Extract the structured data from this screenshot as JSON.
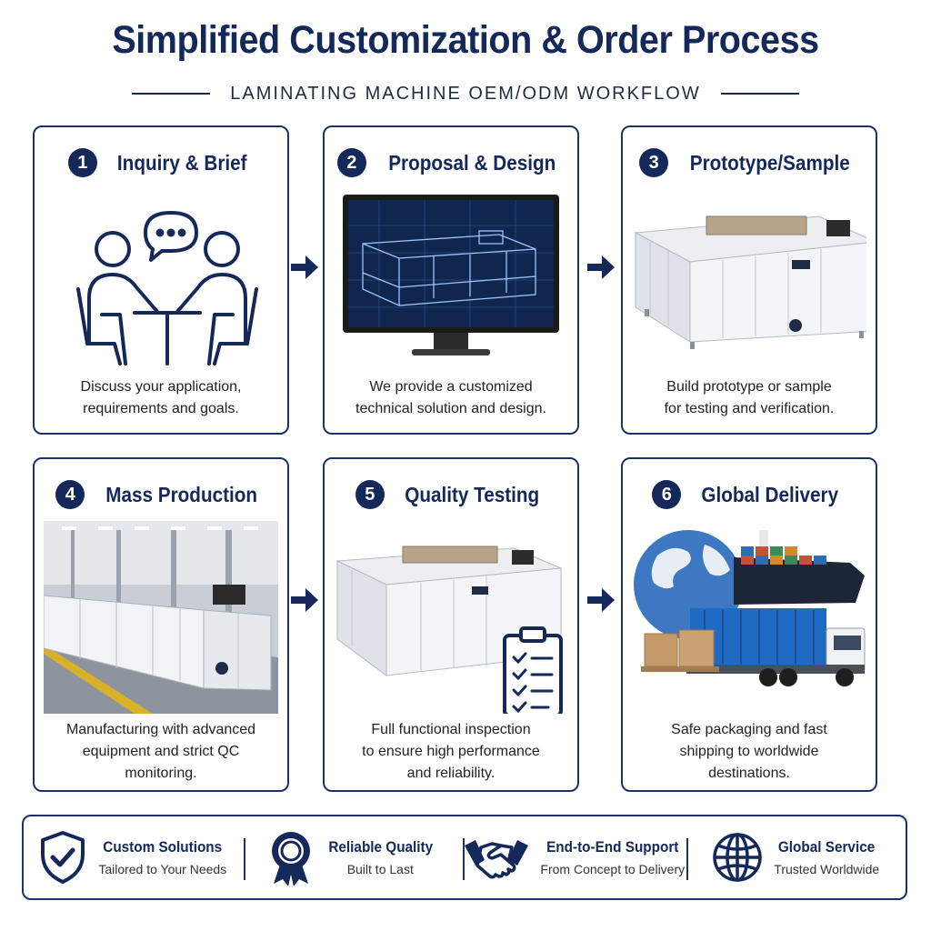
{
  "header": {
    "title": "Simplified Customization & Order Process",
    "subtitle": "LAMINATING MACHINE OEM/ODM WORKFLOW"
  },
  "colors": {
    "navy": "#14295a",
    "border": "#1c3266"
  },
  "steps": [
    {
      "number": "1",
      "title": "Inquiry & Brief",
      "icon": "meeting-icon",
      "desc": [
        "Discuss your application,",
        "requirements and goals."
      ]
    },
    {
      "number": "2",
      "title": "Proposal & Design",
      "icon": "cad-monitor-icon",
      "desc": [
        "We provide a customized",
        "technical solution and design."
      ]
    },
    {
      "number": "3",
      "title": "Prototype/Sample",
      "icon": "machine-icon",
      "desc": [
        "Build prototype or sample",
        "for testing and verification."
      ]
    },
    {
      "number": "4",
      "title": "Mass Production",
      "icon": "factory-icon",
      "desc": [
        "Manufacturing with advanced",
        "equipment and strict QC",
        "monitoring."
      ]
    },
    {
      "number": "5",
      "title": "Quality Testing",
      "icon": "clipboard-icon",
      "desc": [
        "Full functional inspection",
        "to ensure high performance",
        "and reliability."
      ]
    },
    {
      "number": "6",
      "title": "Global Delivery",
      "icon": "globe-truck-icon",
      "desc": [
        "Safe packaging and fast",
        "shipping to worldwide",
        "destinations."
      ]
    }
  ],
  "features": [
    {
      "title": "Custom Solutions",
      "sub": "Tailored to Your Needs",
      "icon": "shield-check-icon"
    },
    {
      "title": "Reliable Quality",
      "sub": "Built to Last",
      "icon": "award-ribbon-icon"
    },
    {
      "title": "End-to-End Support",
      "sub": "From Concept to Delivery",
      "icon": "handshake-icon"
    },
    {
      "title": "Global Service",
      "sub": "Trusted Worldwide",
      "icon": "globe-icon"
    }
  ]
}
